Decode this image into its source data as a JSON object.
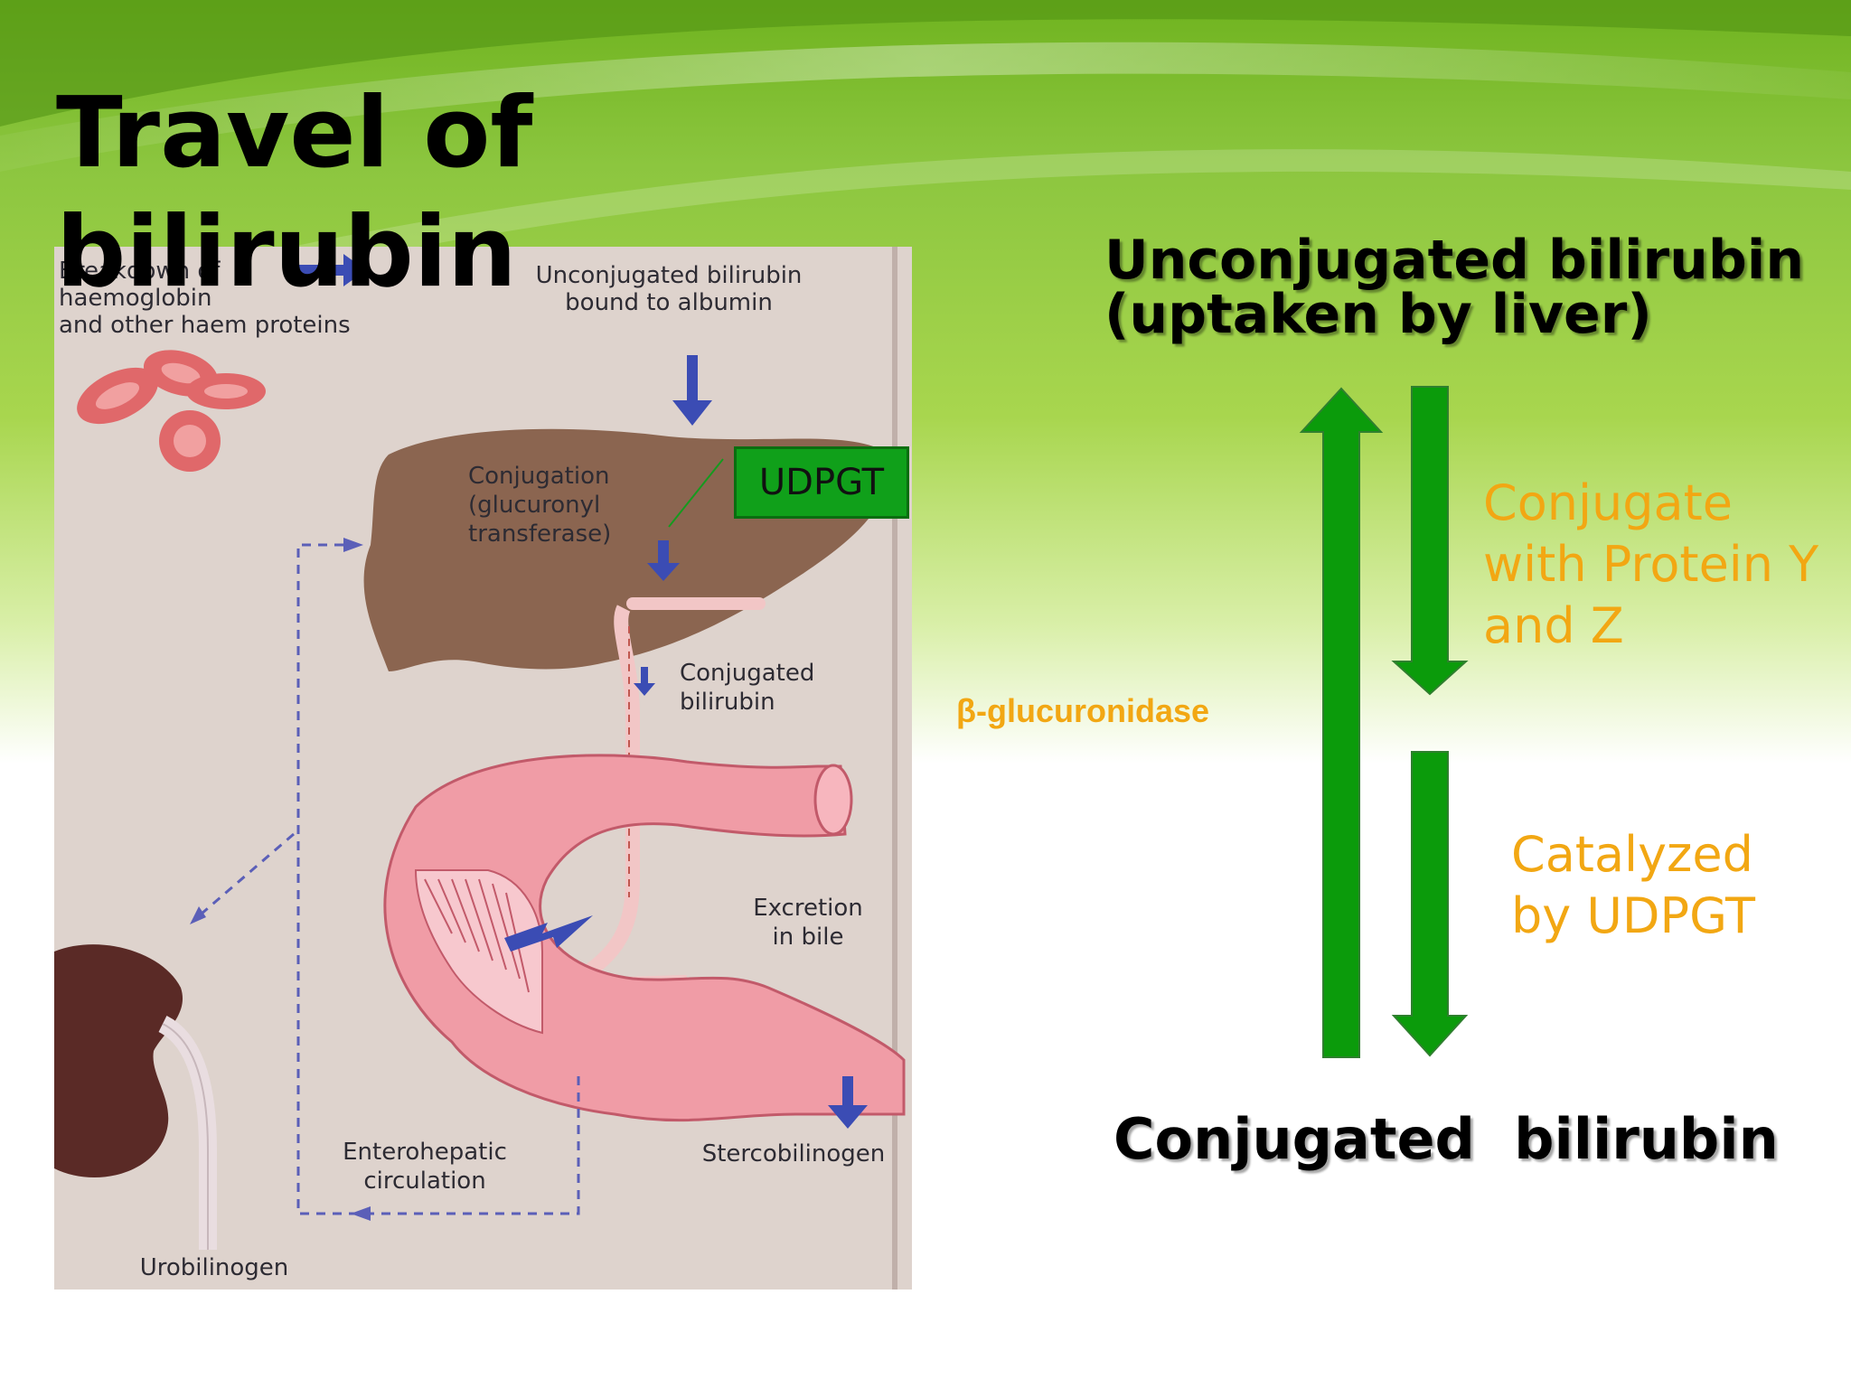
{
  "slide": {
    "title": "Travel of bilirubin",
    "colors": {
      "background_green": "#8cc63f",
      "arrow_green": "#0b9b0b",
      "annotation_orange": "#f2a713",
      "udpgt_box": "#10a01a"
    }
  },
  "figure": {
    "labels": {
      "breakdown": [
        "Breakdown of",
        "haemoglobin",
        "and other haem proteins"
      ],
      "unconjugated": [
        "Unconjugated bilirubin",
        "bound to albumin"
      ],
      "conjugation": [
        "Conjugation",
        "(glucuronyl",
        "transferase)"
      ],
      "conjugated": [
        "Conjugated",
        "bilirubin"
      ],
      "excretion": [
        "Excretion",
        "in bile"
      ],
      "enterohepatic": [
        "Enterohepatic",
        "circulation"
      ],
      "stercobilinogen": "Stercobilinogen",
      "urobilinogen": "Urobilinogen"
    },
    "udpgt_box": "UDPGT"
  },
  "pathway": {
    "top_label": "Unconjugated bilirubin (uptaken by liver)",
    "bottom_label": "Conjugated  bilirubin",
    "conjugate_note": "Conjugate with Protein Y and Z",
    "catalyze_note": "Catalyzed by UDPGT",
    "enzyme_label": "β-glucuronidase"
  }
}
